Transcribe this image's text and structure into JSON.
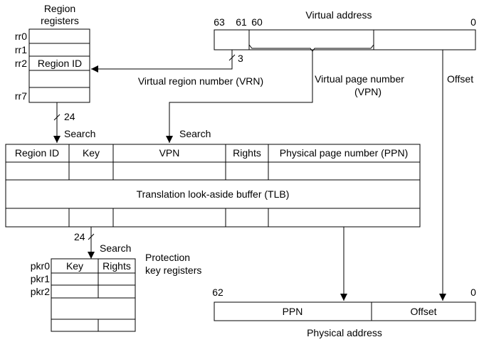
{
  "region_registers": {
    "title_line1": "Region",
    "title_line2": "registers",
    "labels": [
      "rr0",
      "rr1",
      "rr2",
      "rr7"
    ],
    "rr2_content": "Region ID"
  },
  "virtual_address": {
    "title": "Virtual address",
    "bit_63": "63",
    "bit_61": "61",
    "bit_60": "60",
    "bit_0": "0",
    "vrn_bits": "3",
    "vrn_label": "Virtual region number (VRN)",
    "vpn_label_line1": "Virtual page number",
    "vpn_label_line2": "(VPN)",
    "offset_label": "Offset"
  },
  "tlb": {
    "search_left_bits": "24",
    "search_left": "Search",
    "search_center": "Search",
    "headers": [
      "Region ID",
      "Key",
      "VPN",
      "Rights",
      "Physical page number (PPN)"
    ],
    "title": "Translation look-aside buffer (TLB)"
  },
  "pkr": {
    "search_bits": "24",
    "search": "Search",
    "title_line1": "Protection",
    "title_line2": "key registers",
    "col_key": "Key",
    "col_rights": "Rights",
    "labels": [
      "pkr0",
      "pkr1",
      "pkr2"
    ]
  },
  "physical_address": {
    "bit_62": "62",
    "bit_0": "0",
    "ppn": "PPN",
    "offset": "Offset",
    "title": "Physical address"
  }
}
